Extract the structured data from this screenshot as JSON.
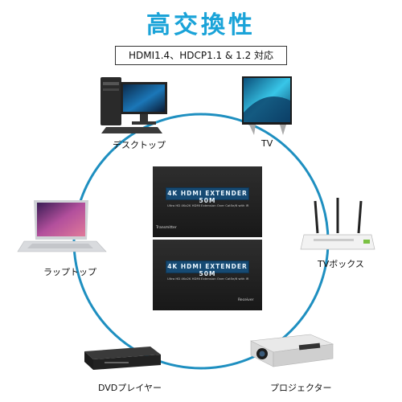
{
  "header": {
    "title": "高交換性",
    "badge": "HDMI1.4、HDCP1.1 & 1.2 対応"
  },
  "devices": {
    "desktop": "デスクトップ",
    "tv": "TV",
    "laptop": "ラップトップ",
    "tvbox": "TVボックス",
    "dvd": "DVDプレイヤー",
    "projector": "プロジェクター"
  },
  "extender": {
    "title": "4K HDMI EXTENDER 50M",
    "subtitle": "Ultra HD 4Kx2K HDMI Extension Over Cat5e/6 with IR",
    "transmitter_role": "Transmitter",
    "receiver_role": "Receiver"
  },
  "colors": {
    "accent": "#1aa3d8",
    "ring": "#1e8fc0",
    "box": "#232323"
  }
}
